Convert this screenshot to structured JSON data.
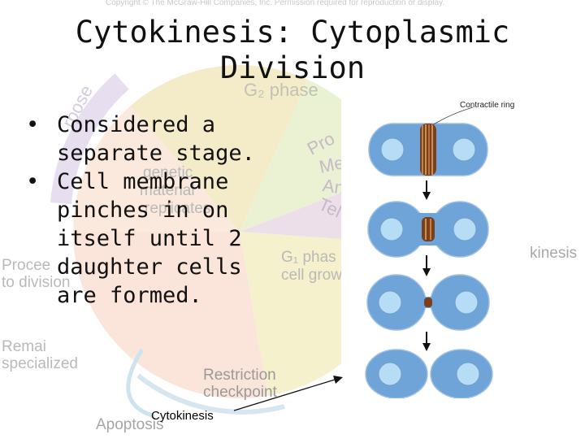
{
  "slide": {
    "title_line1": "Cytokinesis: Cytoplasmic",
    "title_line2": "Division",
    "bullets": [
      {
        "line1": "Considered a",
        "line2": "separate stage."
      },
      {
        "line1": "Cell membrane",
        "line2": "pinches in on",
        "line3": "itself until 2",
        "line4": "daughter cells",
        "line5": "are formed."
      }
    ],
    "bullet_symbol": "•",
    "bottom_label": "Cytokinesis"
  },
  "figure": {
    "label": "Contractile ring",
    "stages": 4
  },
  "background_cycle": {
    "copyright": "Copyright © The McGraw-Hill Companies, Inc. Permission required for reproduction or display.",
    "g2_phase": "G₂ phase",
    "pro": "Pro",
    "me": "Me",
    "an": "An",
    "tel": "Tel",
    "genetic": "genetic",
    "material": "material",
    "replicates": "replicates",
    "g1_phase": "G₁ phas",
    "cell_grow": "cell grow",
    "proceed": "Procee",
    "to_division": "to division",
    "remain": "Remai",
    "specialized": "specialized",
    "restriction": "Restriction",
    "checkpoint": "checkpoint",
    "apoptosis": "Apoptosis",
    "kinesis": "kinesis",
    "purple_arc": "rpose"
  },
  "colors": {
    "cell_fill": "#6fa4d8",
    "nucleus_fill": "#b6dcf6",
    "ring": "#8a4b22"
  }
}
